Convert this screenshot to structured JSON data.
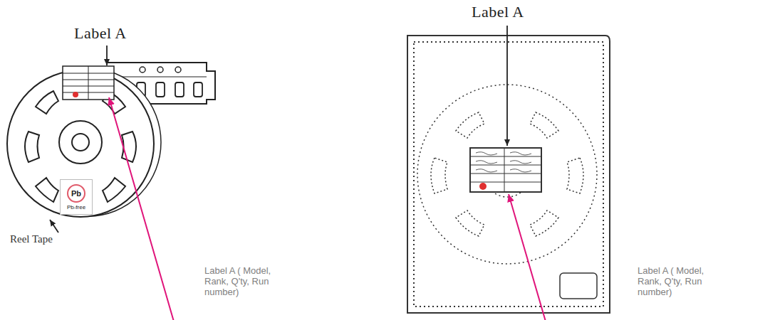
{
  "diagram": {
    "nodes": [
      {
        "text": [
          "Pb",
          "Pb-free"
        ]
      }
    ],
    "labels": [
      "Label A",
      "Reel Tape",
      "Label A ( Model, Rank, Q'ty, Run number)",
      "Label A",
      "Label A ( Model, Rank, Q'ty, Run number)"
    ]
  }
}
